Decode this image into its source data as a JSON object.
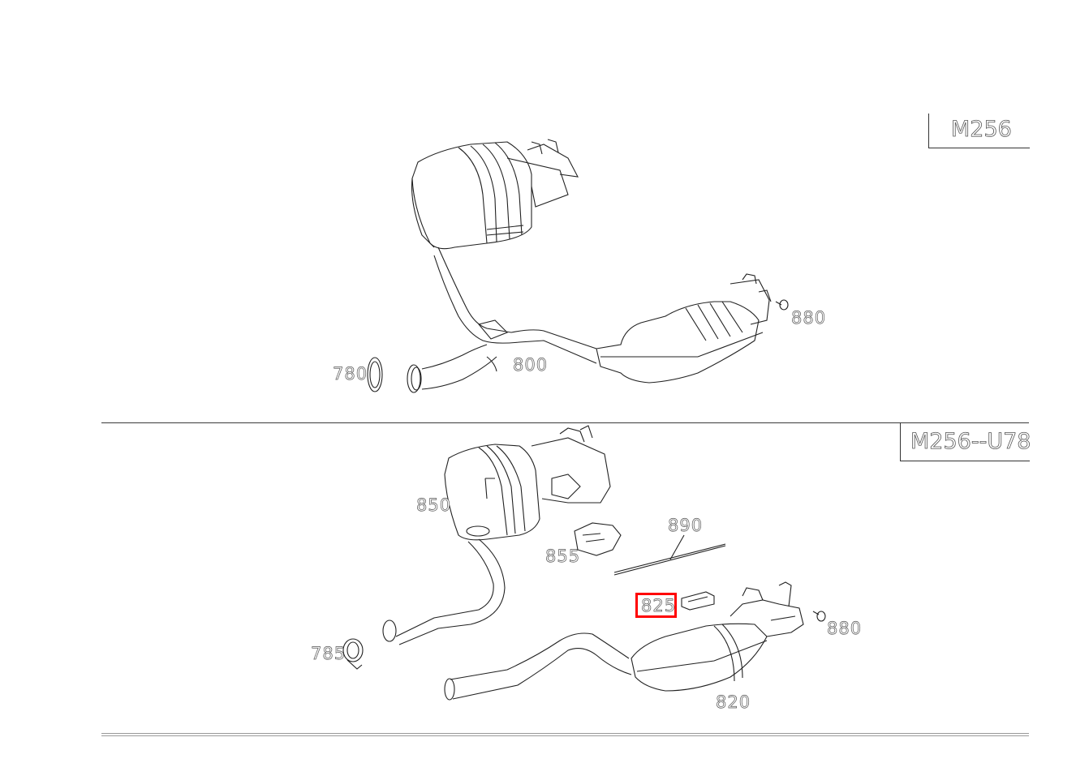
{
  "diagram": {
    "type": "exploded-parts-diagram",
    "subject": "exhaust system",
    "sections": [
      {
        "tag": "M256",
        "callouts": [
          {
            "number": "780",
            "part": "clamp"
          },
          {
            "number": "800",
            "part": "rear muffler with pipe"
          },
          {
            "number": "880",
            "part": "bolt"
          }
        ]
      },
      {
        "tag": "M256--U78",
        "callouts": [
          {
            "number": "850",
            "part": "rear muffler"
          },
          {
            "number": "855",
            "part": "flap actuator"
          },
          {
            "number": "890",
            "part": "cable"
          },
          {
            "number": "825",
            "part": "bracket",
            "highlighted": true
          },
          {
            "number": "880",
            "part": "bolt"
          },
          {
            "number": "785",
            "part": "clamp"
          },
          {
            "number": "820",
            "part": "center muffler with pipe"
          }
        ]
      }
    ],
    "highlighted_callout": "825",
    "highlight_color": "#ff0000"
  }
}
